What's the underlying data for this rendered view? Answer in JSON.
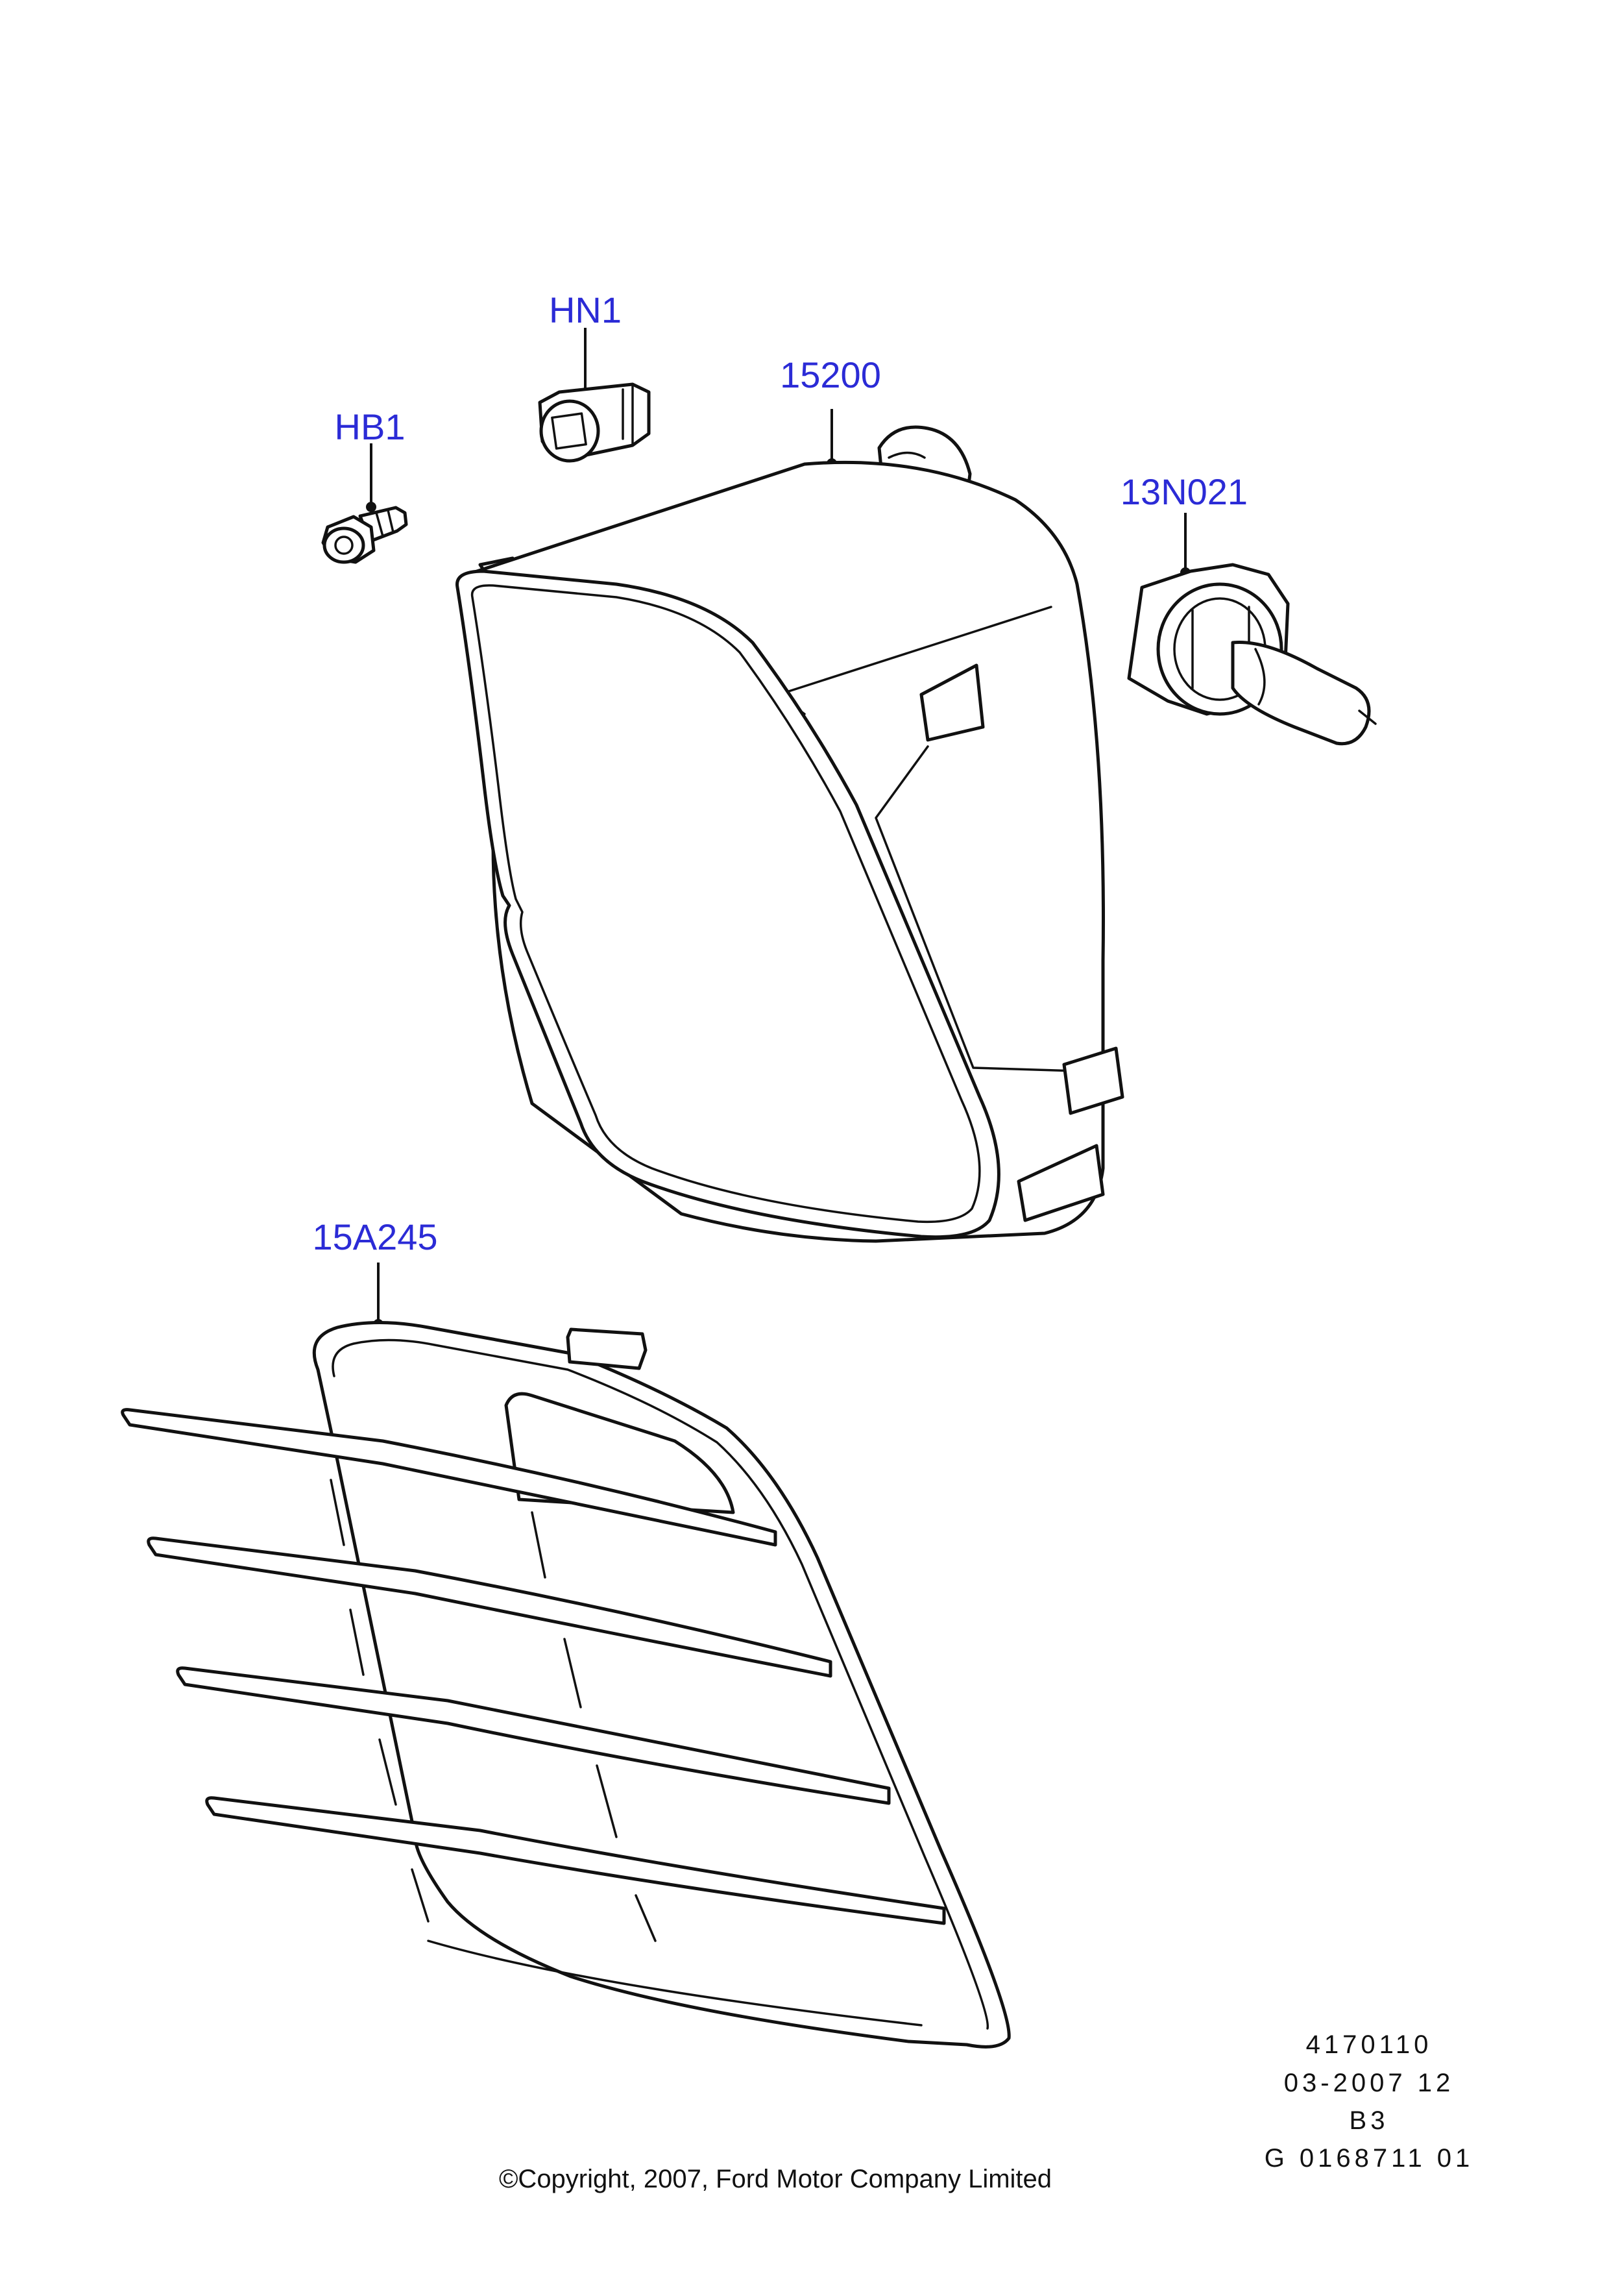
{
  "callouts": {
    "hn1": "HN1",
    "hb1": "HB1",
    "p15200": "15200",
    "p13n021": "13N021",
    "p15a245": "15A245"
  },
  "meta": {
    "line1": "4170110",
    "line2": "03-2007 12",
    "line3": "B3",
    "line4": "G 0168711 01"
  },
  "copyright": "©Copyright, 2007, Ford Motor Company Limited",
  "colors": {
    "callout": "#2b2bd6",
    "line": "#111111",
    "background": "#ffffff"
  }
}
